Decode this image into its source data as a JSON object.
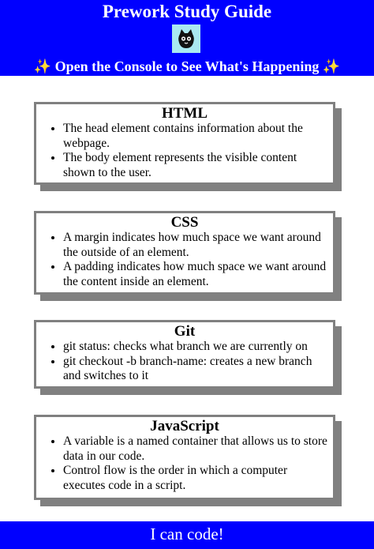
{
  "header": {
    "title": "Prework Study Guide",
    "logo_icon": "cat-logo-icon",
    "console_note_emoji": "✨",
    "console_note": "Open the Console to See What's Happening"
  },
  "cards": [
    {
      "title": "HTML",
      "items": [
        "The head element contains information about the webpage.",
        "The body element represents the visible content shown to the user."
      ]
    },
    {
      "title": "CSS",
      "items": [
        "A margin indicates how much space we want around the outside of an element.",
        "A padding indicates how much space we want around the content inside an element."
      ]
    },
    {
      "title": "Git",
      "items": [
        "git status: checks what branch we are currently on",
        "git checkout -b branch-name: creates a new branch and switches to it"
      ]
    },
    {
      "title": "JavaScript",
      "items": [
        "A variable is a named container that allows us to store data in our code.",
        "Control flow is the order in which a computer executes code in a script."
      ]
    }
  ],
  "footer": {
    "text": "I can code!"
  },
  "colors": {
    "header_bg": "#0000ff",
    "card_border": "#808080",
    "logo_bg": "#a9e8f1"
  }
}
